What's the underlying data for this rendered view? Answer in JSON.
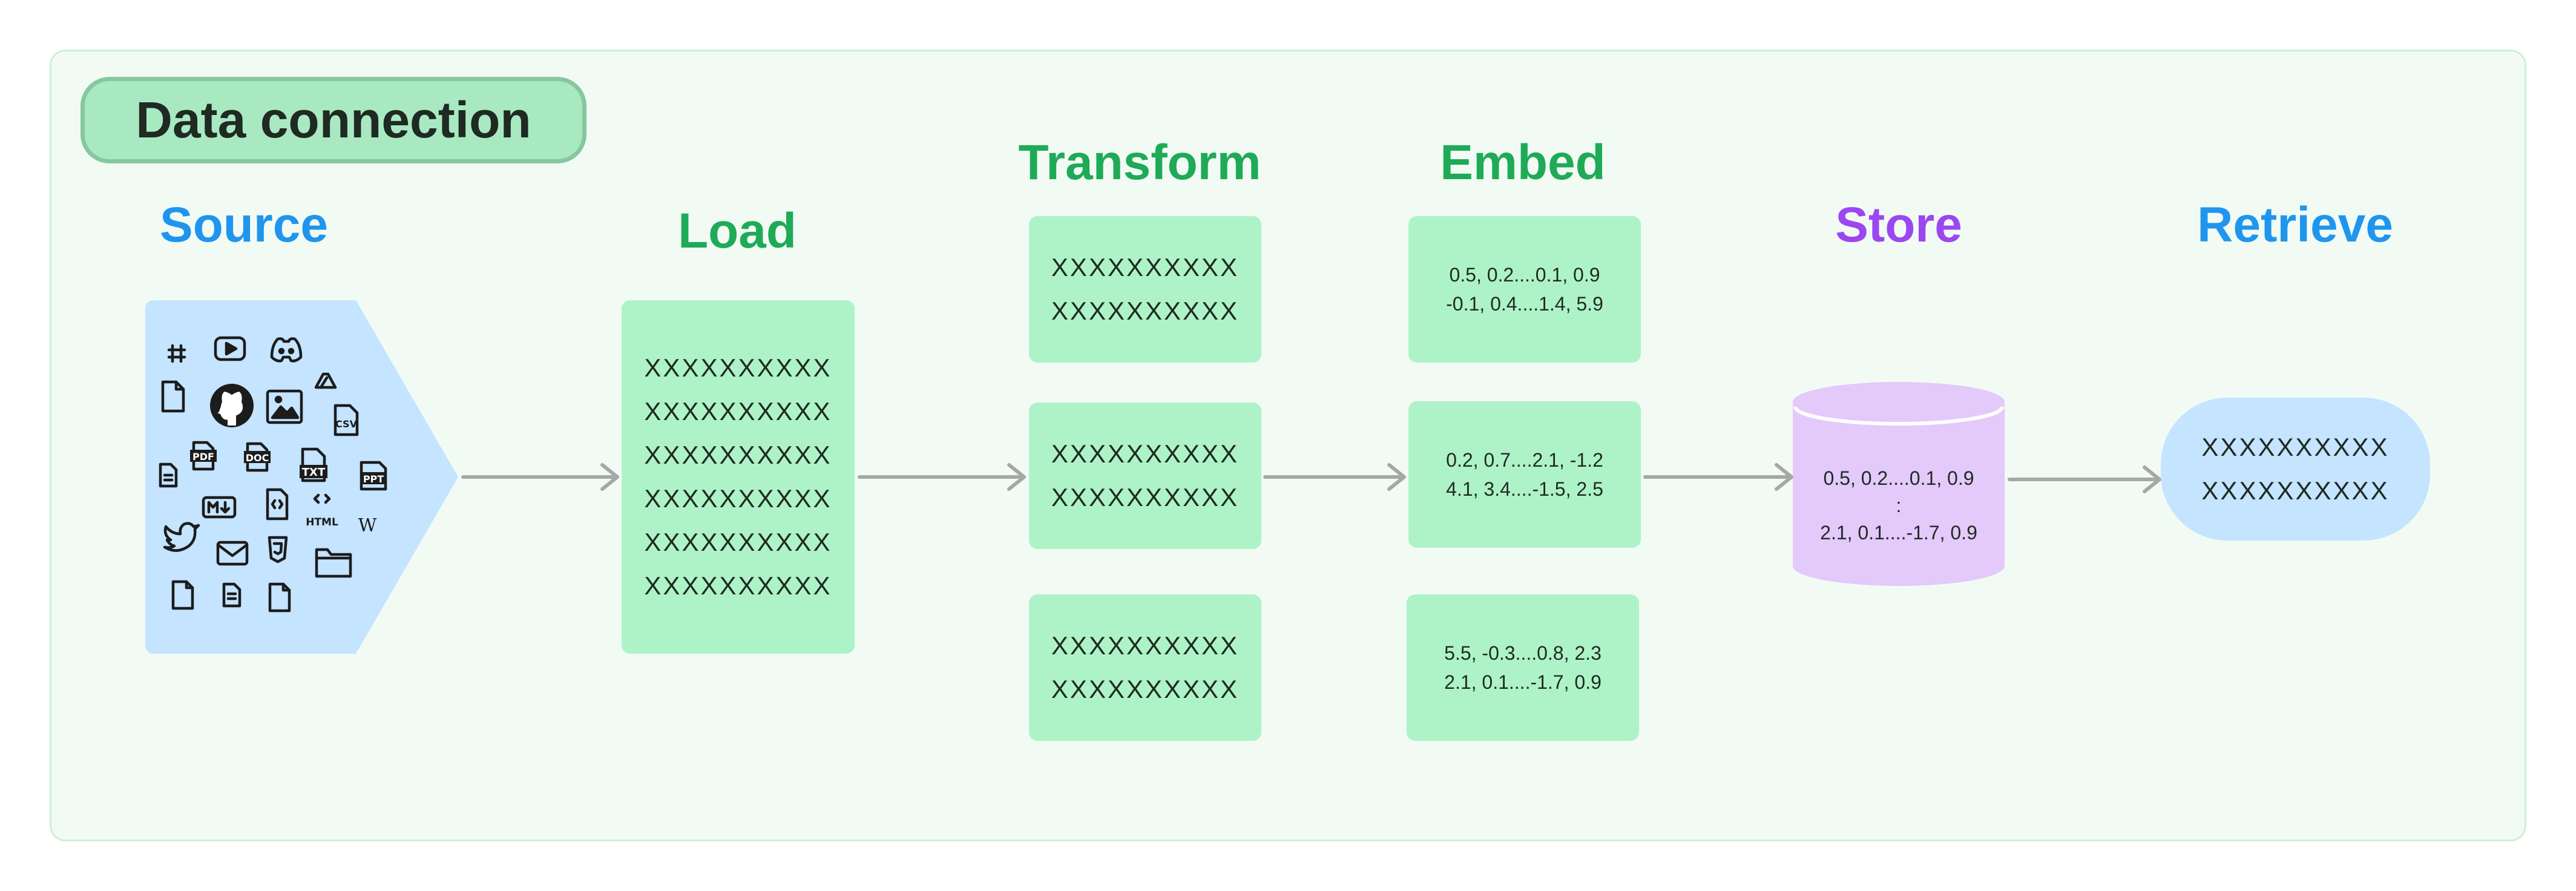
{
  "title": "Data connection",
  "stages": {
    "source": "Source",
    "load": "Load",
    "transform": "Transform",
    "embed": "Embed",
    "store": "Store",
    "retrieve": "Retrieve"
  },
  "source_icons": {
    "small_labels": [
      "PDF",
      "DOC",
      "TXT",
      "PPT",
      "CSV",
      "HTML",
      "W"
    ]
  },
  "load_lines": [
    "XXXXXXXXXX",
    "XXXXXXXXXX",
    "XXXXXXXXXX",
    "XXXXXXXXXX",
    "XXXXXXXXXX",
    "XXXXXXXXXX"
  ],
  "transform_chunks": [
    [
      "XXXXXXXXXX",
      "XXXXXXXXXX"
    ],
    [
      "XXXXXXXXXX",
      "XXXXXXXXXX"
    ],
    [
      "XXXXXXXXXX",
      "XXXXXXXXXX"
    ]
  ],
  "embed_vectors": [
    [
      "0.5, 0.2....0.1, 0.9",
      "-0.1, 0.4....1.4, 5.9"
    ],
    [
      "0.2, 0.7....2.1, -1.2",
      "4.1, 3.4....-1.5, 2.5"
    ],
    [
      "5.5, -0.3....0.8, 2.3",
      "2.1, 0.1....-1.7, 0.9"
    ]
  ],
  "store_lines": [
    "0.5, 0.2....0.1, 0.9",
    ":",
    "2.1, 0.1....-1.7, 0.9"
  ],
  "retrieve_lines": [
    "XXXXXXXXXX",
    "XXXXXXXXXX"
  ],
  "colors": {
    "blue_heading": "#1f95ee",
    "green_heading": "#1faa57",
    "purple_heading": "#9c46f2",
    "green_box": "#aef3c8",
    "blue_shape": "#c4e4ff",
    "purple_shape": "#e4c9fb"
  }
}
